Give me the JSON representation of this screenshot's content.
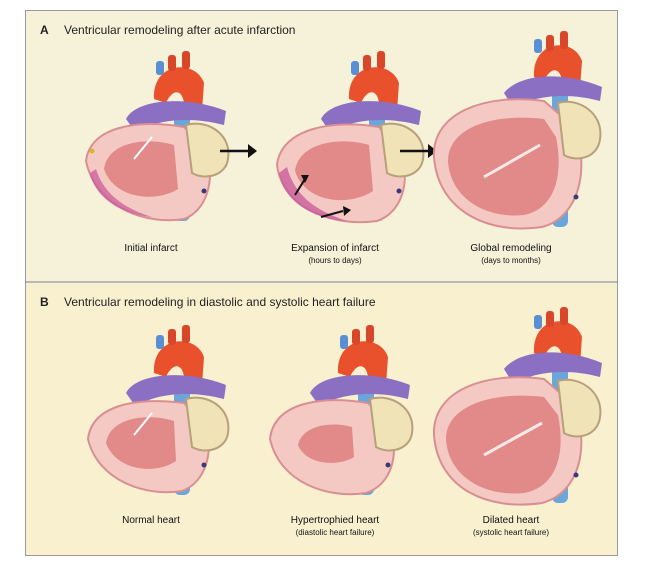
{
  "panel_a": {
    "letter": "A",
    "title": "Ventricular remodeling after acute infarction",
    "hearts": [
      {
        "label": "Initial infarct",
        "sublabel": ""
      },
      {
        "label": "Expansion of infarct",
        "sublabel": "(hours to days)"
      },
      {
        "label": "Global remodeling",
        "sublabel": "(days to months)"
      }
    ]
  },
  "panel_b": {
    "letter": "B",
    "title": "Ventricular remodeling in diastolic and systolic heart failure",
    "hearts": [
      {
        "label": "Normal heart",
        "sublabel": ""
      },
      {
        "label": "Hypertrophied heart",
        "sublabel": "(diastolic heart failure)"
      },
      {
        "label": "Dilated heart",
        "sublabel": "(systolic heart failure)"
      }
    ]
  },
  "colors": {
    "panel_a_bg": "#f6f1d9",
    "panel_b_bg": "#f8f0cf",
    "aorta": "#e8512c",
    "pulmonary": "#7a63b8",
    "vena_cava": "#3f8fd6",
    "myocardium": "#f4c9c3",
    "chamber": "#e2898a",
    "infarct": "#c8559a"
  }
}
